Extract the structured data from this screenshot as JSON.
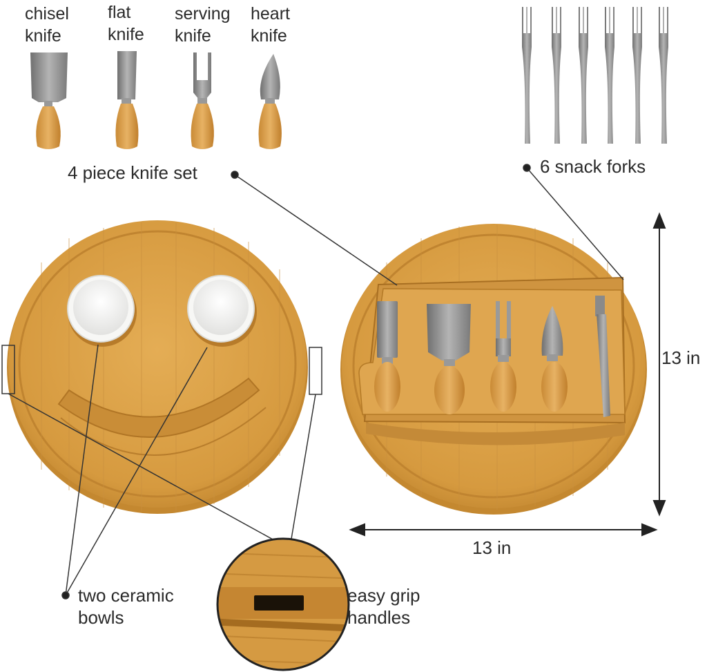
{
  "knives": [
    {
      "line1": "chisel",
      "line2": "knife",
      "icon": "chisel-knife-icon"
    },
    {
      "line1": "flat",
      "line2": "knife",
      "icon": "flat-knife-icon"
    },
    {
      "line1": "serving",
      "line2": "knife",
      "icon": "serving-fork-icon"
    },
    {
      "line1": "heart",
      "line2": "knife",
      "icon": "heart-knife-icon"
    }
  ],
  "callouts": {
    "knife_set": "4 piece knife set",
    "forks": "6 snack forks",
    "bowls_line1": "two ceramic",
    "bowls_line2": "bowls",
    "handles_line1": "easy grip",
    "handles_line2": "handles"
  },
  "dimensions": {
    "height": "13 in",
    "width": "13 in"
  },
  "colors": {
    "bamboo": "#d9a046",
    "bamboo_dark": "#c0862f",
    "steel": "#8f8f8f",
    "ceramic": "#f4f4f2"
  }
}
